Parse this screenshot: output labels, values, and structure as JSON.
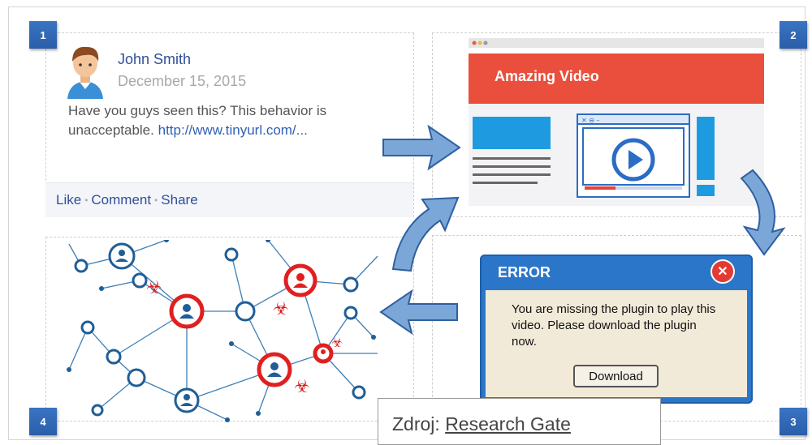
{
  "badges": [
    "1",
    "2",
    "3",
    "4"
  ],
  "post": {
    "author": "John Smith",
    "date": "December 15, 2015",
    "text": "Have you guys seen this? This behavior is unacceptable.",
    "link": "http://www.tinyurl.com/...",
    "actions": {
      "like": "Like",
      "comment": "Comment",
      "share": "Share"
    }
  },
  "video": {
    "title": "Amazing Video",
    "colors": {
      "header": "#ea4f3d",
      "accent": "#1e9be0",
      "play": "#2b6cc4"
    }
  },
  "error_dialog": {
    "title": "ERROR",
    "message": "You are missing the plugin to play this video. Please download the plugin now.",
    "button": "Download",
    "close_icon": "close-icon"
  },
  "source": {
    "prefix": "Zdroj:",
    "link": "Research Gate"
  },
  "network": {
    "infected_color": "#e02020",
    "node_color": "#1f5e96",
    "edge_color": "#3f7fb5"
  }
}
